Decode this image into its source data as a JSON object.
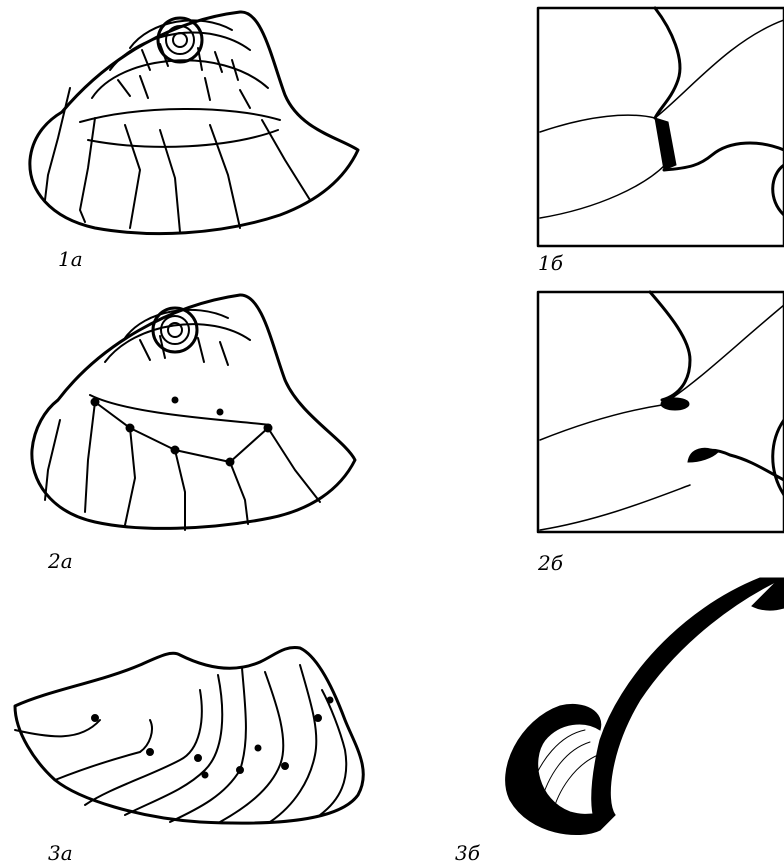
{
  "labels": {
    "fig_1a": "1a",
    "fig_1b": "1б",
    "fig_2a": "2a",
    "fig_2b": "2б",
    "fig_3a": "3a",
    "fig_3b": "3б"
  }
}
